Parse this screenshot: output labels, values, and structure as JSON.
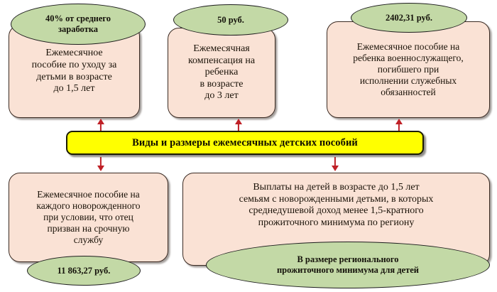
{
  "diagram": {
    "title": "Виды и размеры ежемесячных детских пособий",
    "top_nodes": [
      {
        "amount": "40% от среднего\nзаработка",
        "description": "Ежемесячное\nпособие по уходу за\nдетьми в возрасте\nдо 1,5 лет"
      },
      {
        "amount": "50 руб.",
        "description": "Ежемесячная\nкомпенсация на\nребенка\nв возрасте\nдо 3 лет"
      },
      {
        "amount": "2402,31 руб.",
        "description": "Ежемесячное пособие на\nребенка военнослужащего,\nпогибшего при\nисполнении служебных\nобязанностей"
      }
    ],
    "bottom_nodes": [
      {
        "description": "Ежемесячное пособие на\nкаждого новорожденного\nпри условии, что отец\nпризван на срочную\nслужбу",
        "amount": "11 863,27 руб."
      },
      {
        "description": "Выплаты на детей в возрасте до 1,5 лет\nсемьям с новорожденными детьми, в которых\nсреднедушевой доход менее 1,5-кратного\nпрожиточного минимума по региону",
        "amount": "В размере регионального\nпрожиточного минимума для детей"
      }
    ],
    "colors": {
      "banner_fill": "#ffff00",
      "card_fill": "#fae2d5",
      "ellipse_fill": "#c3d9a6",
      "arrow": "#bf2026",
      "outline": "#3a2a22"
    }
  }
}
